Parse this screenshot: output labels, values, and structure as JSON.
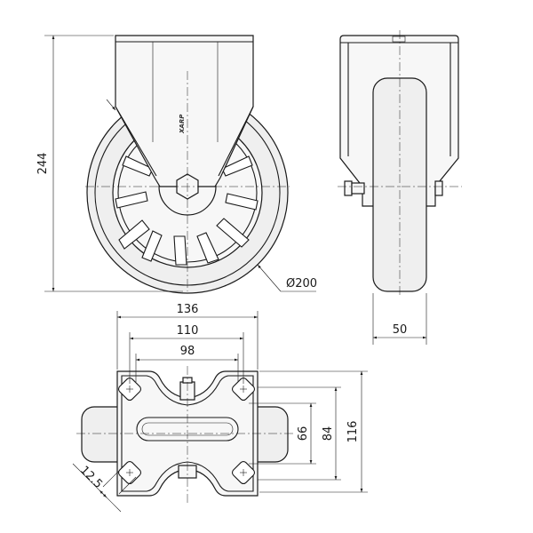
{
  "dimensions": {
    "height": "244",
    "wheel_diameter": "Ø200",
    "tread_width": "50",
    "plate_length": "136",
    "bolt_spacing_long": "110",
    "slot_length": "98",
    "bolt_spacing_short": "66",
    "slot_width": "84",
    "plate_width": "116",
    "hole_diameter": "12.5"
  },
  "logo": "XARP",
  "colors": {
    "line": "#1a1a1a",
    "fill": "#f7f7f7",
    "tire": "#efefef"
  }
}
